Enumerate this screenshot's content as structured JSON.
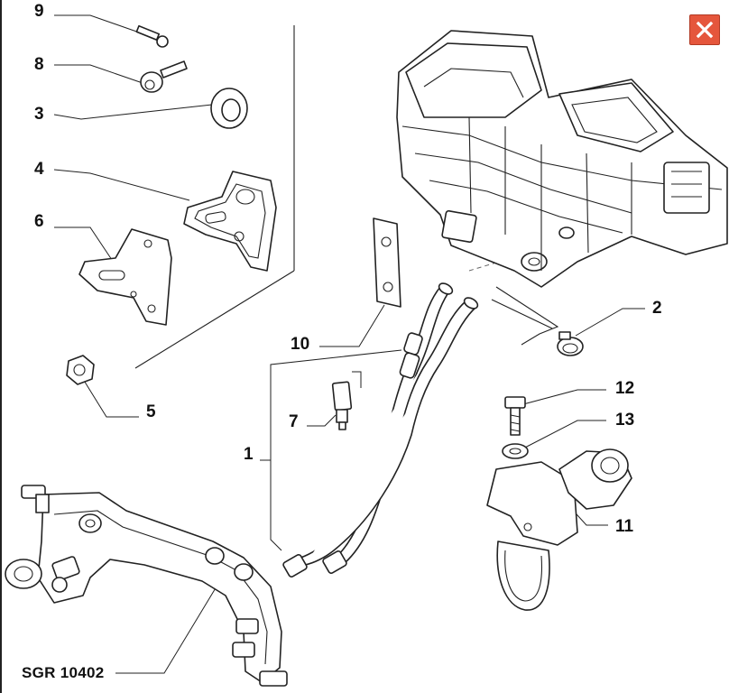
{
  "diagram": {
    "callouts": [
      {
        "id": "c9",
        "label": "9"
      },
      {
        "id": "c8",
        "label": "8"
      },
      {
        "id": "c3",
        "label": "3"
      },
      {
        "id": "c4",
        "label": "4"
      },
      {
        "id": "c6",
        "label": "6"
      },
      {
        "id": "c5",
        "label": "5"
      },
      {
        "id": "c10",
        "label": "10"
      },
      {
        "id": "c7",
        "label": "7"
      },
      {
        "id": "c1",
        "label": "1"
      },
      {
        "id": "c2",
        "label": "2"
      },
      {
        "id": "c12",
        "label": "12"
      },
      {
        "id": "c13",
        "label": "13"
      },
      {
        "id": "c11",
        "label": "11"
      }
    ],
    "reference_code": "SGR 10402"
  },
  "window": {
    "close_icon": "close-icon",
    "close_color": "#e5563c"
  }
}
